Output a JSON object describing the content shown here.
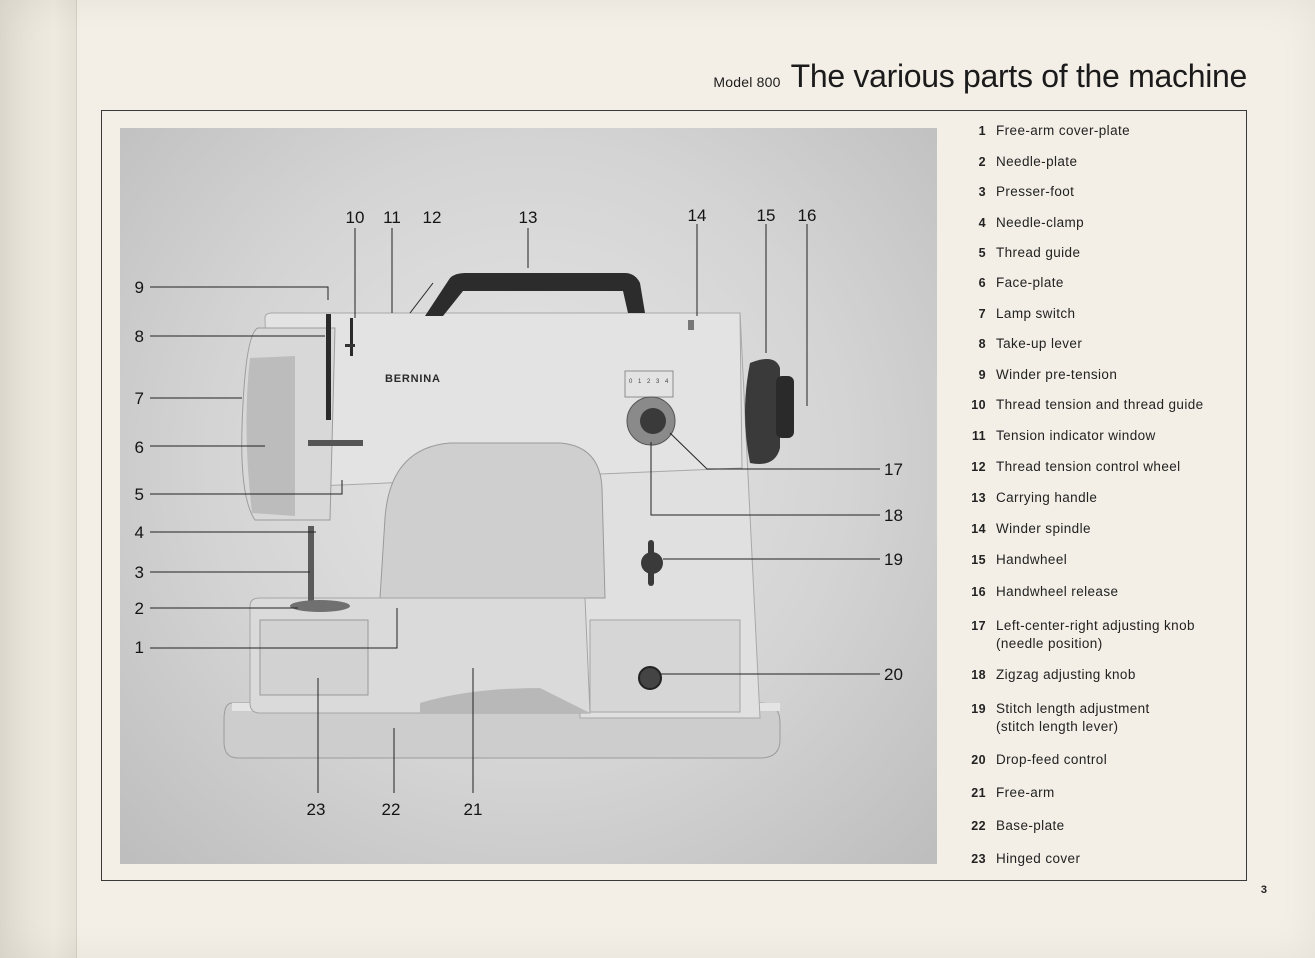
{
  "header": {
    "model": "Model 800",
    "title": "The various parts of the machine"
  },
  "machine_brand": "BERNINA",
  "dial_marks": [
    "0",
    "1",
    "2",
    "3",
    "4"
  ],
  "callout_numbers": [
    "1",
    "2",
    "3",
    "4",
    "5",
    "6",
    "7",
    "8",
    "9",
    "10",
    "11",
    "12",
    "13",
    "14",
    "15",
    "16",
    "17",
    "18",
    "19",
    "20",
    "21",
    "22",
    "23"
  ],
  "parts": [
    {
      "num": "1",
      "label": "Free-arm cover-plate"
    },
    {
      "num": "2",
      "label": "Needle-plate"
    },
    {
      "num": "3",
      "label": "Presser-foot"
    },
    {
      "num": "4",
      "label": "Needle-clamp"
    },
    {
      "num": "5",
      "label": "Thread guide"
    },
    {
      "num": "6",
      "label": "Face-plate"
    },
    {
      "num": "7",
      "label": "Lamp switch"
    },
    {
      "num": "8",
      "label": "Take-up lever"
    },
    {
      "num": "9",
      "label": "Winder pre-tension"
    },
    {
      "num": "10",
      "label": "Thread tension and thread guide"
    },
    {
      "num": "11",
      "label": "Tension indicator window"
    },
    {
      "num": "12",
      "label": "Thread tension control wheel"
    },
    {
      "num": "13",
      "label": "Carrying handle"
    },
    {
      "num": "14",
      "label": "Winder spindle"
    },
    {
      "num": "15",
      "label": "Handwheel"
    },
    {
      "num": "16",
      "label": "Handwheel release"
    },
    {
      "num": "17",
      "label": "Left-center-right adjusting knob (needle position)"
    },
    {
      "num": "18",
      "label": "Zigzag adjusting knob"
    },
    {
      "num": "19",
      "label": "Stitch length adjustment (stitch length lever)"
    },
    {
      "num": "20",
      "label": "Drop-feed control"
    },
    {
      "num": "21",
      "label": "Free-arm"
    },
    {
      "num": "22",
      "label": "Base-plate"
    },
    {
      "num": "23",
      "label": "Hinged cover"
    }
  ],
  "page_number": "3"
}
